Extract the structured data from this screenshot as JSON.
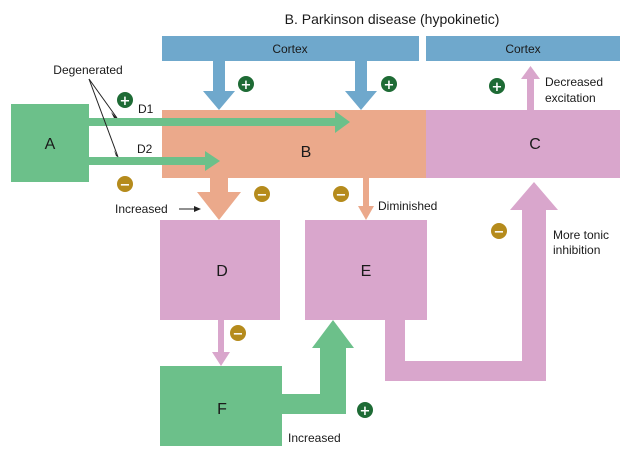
{
  "title": "B. Parkinson disease (hypokinetic)",
  "cortex_left": "Cortex",
  "cortex_right": "Cortex",
  "boxes": {
    "a": "A",
    "b": "B",
    "c": "C",
    "d": "D",
    "e": "E",
    "f": "F"
  },
  "labels": {
    "degenerated": "Degenerated",
    "d1": "D1",
    "d2": "D2",
    "increased_left": "Increased",
    "diminished": "Diminished",
    "decreased_excitation_1": "Decreased",
    "decreased_excitation_2": "excitation",
    "more_tonic_1": "More tonic",
    "more_tonic_2": "inhibition",
    "increased_bottom": "Increased"
  },
  "signs": {
    "plus": "+",
    "minus": "−"
  },
  "colors": {
    "cortex": "#6fa8cc",
    "green_box": "#6cc08a",
    "salmon": "#eba98b",
    "pink": "#d9a6cc",
    "plus_circle": "#1e6b35",
    "minus_circle": "#b58b1c"
  }
}
